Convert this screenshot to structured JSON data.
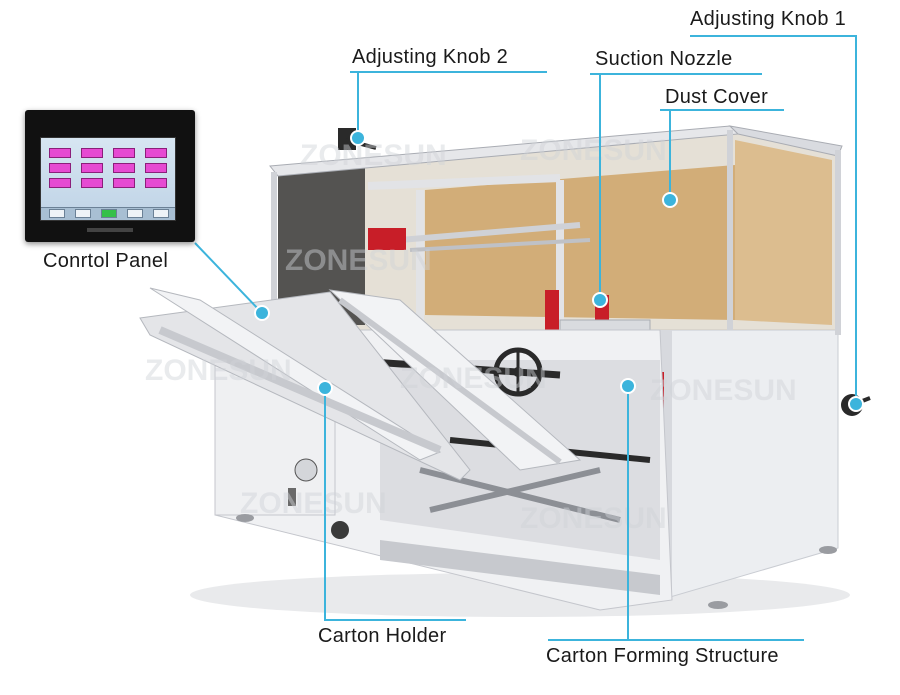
{
  "labels": {
    "knob1": "Adjusting Knob 1",
    "knob2": "Adjusting Knob 2",
    "nozzle": "Suction Nozzle",
    "dust": "Dust Cover",
    "panel": "Conrtol Panel",
    "holder": "Carton Holder",
    "forming": "Carton Forming Structure"
  },
  "watermark": "ZONESUN",
  "colors": {
    "callout": "#3cb4dc",
    "frame": "#ebecef",
    "frame_shadow": "#c4c6cc",
    "cardboard": "#d2ad78",
    "red_part": "#c81e28",
    "dark": "#2a2a2a"
  },
  "icons": [
    "control-panel-screen",
    "adjusting-knob-icon",
    "handwheel-icon",
    "caster-wheel-icon"
  ]
}
